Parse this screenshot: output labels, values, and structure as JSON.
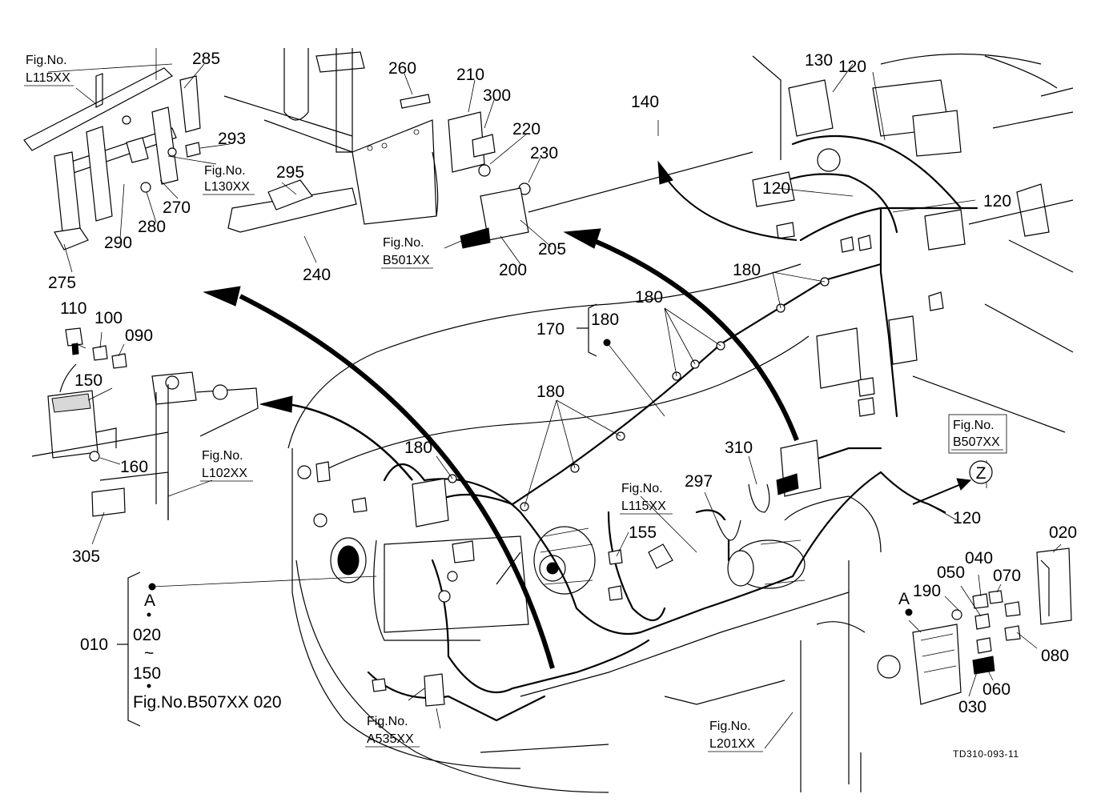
{
  "diagram": {
    "drawing_code": "TD310-093-11",
    "part_labels": {
      "p285": "285",
      "p260": "260",
      "p210": "210",
      "p300": "300",
      "p220": "220",
      "p230": "230",
      "p293": "293",
      "p295": "295",
      "p270": "270",
      "p280": "280",
      "p290": "290",
      "p275": "275",
      "p240": "240",
      "p205": "205",
      "p200": "200",
      "p130": "130",
      "p120a": "120",
      "p140": "140",
      "p120b": "120",
      "p120c": "120",
      "p120d": "120",
      "p110": "110",
      "p100": "100",
      "p090": "090",
      "p150": "150",
      "p160": "160",
      "p305": "305",
      "p180a": "180",
      "p180b": "180",
      "p170": "170",
      "p180c": "180",
      "p180d": "180",
      "p180e": "180",
      "p310": "310",
      "p297": "297",
      "p155": "155",
      "p020": "020",
      "p040": "040",
      "p050": "050",
      "p070": "070",
      "p190": "190",
      "p080": "080",
      "p060": "060",
      "p030": "030",
      "p010": "010"
    },
    "callouts": {
      "A_main": "A",
      "A_box": "A",
      "Z": "Z"
    },
    "kit_note": {
      "line1": "A",
      "line2": "020",
      "line3": "~",
      "line4": "150",
      "line5": "Fig.No.B507XX  020"
    },
    "figure_refs": {
      "L115XX_top": {
        "prefix": "Fig.No.",
        "code": "L115XX"
      },
      "L130XX": {
        "prefix": "Fig.No.",
        "code": "L130XX"
      },
      "B501XX": {
        "prefix": "Fig.No.",
        "code": "B501XX"
      },
      "L102XX": {
        "prefix": "Fig.No.",
        "code": "L102XX"
      },
      "B507XX": {
        "prefix": "Fig.No.",
        "code": "B507XX"
      },
      "L115XX_mid": {
        "prefix": "Fig.No.",
        "code": "L115XX"
      },
      "A535XX": {
        "prefix": "Fig.No.",
        "code": "A535XX"
      },
      "L201XX": {
        "prefix": "Fig.No.",
        "code": "L201XX"
      }
    }
  }
}
